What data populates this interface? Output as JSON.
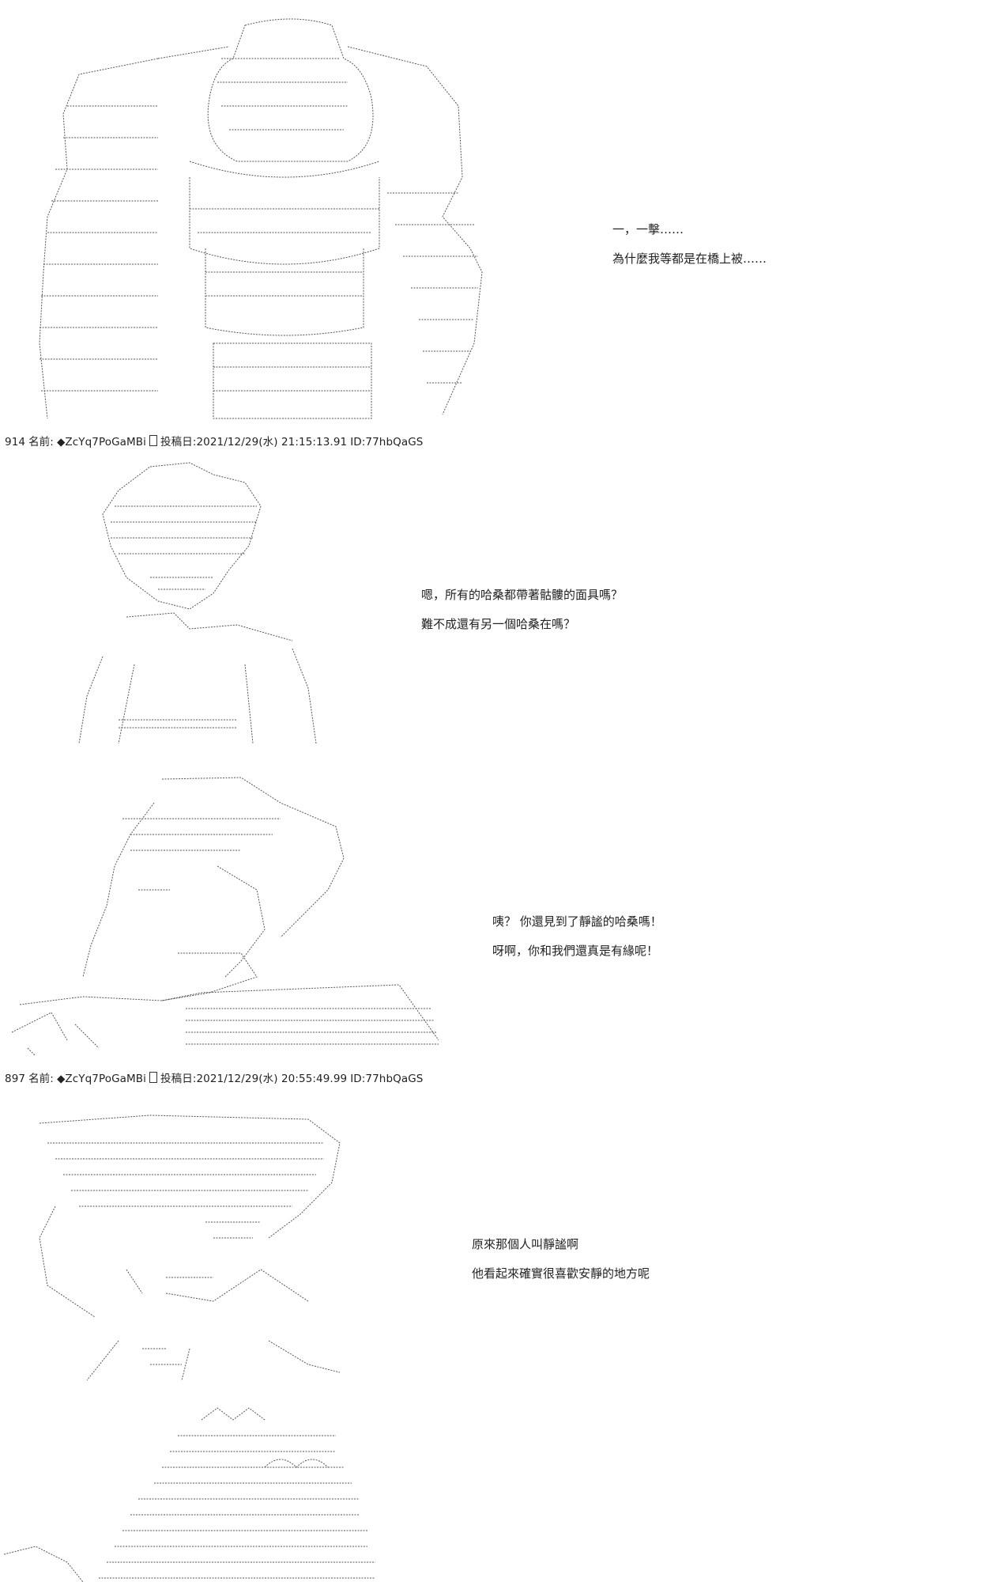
{
  "posts": [
    {
      "id": "panel-1",
      "lines": [
        "一，一擊……",
        "為什麼我等都是在橋上被……"
      ]
    },
    {
      "id": "header-914",
      "number": "914",
      "name_label": "名前:",
      "tripcode": "◆ZcYq7PoGaMBi",
      "date_label": "投稿日:2021/12/29(水) 21:15:13.91",
      "user_id": "ID:77hbQaGS"
    },
    {
      "id": "panel-2",
      "lines": [
        "嗯，所有的哈桑都帶著骷髏的面具嗎？",
        "難不成還有另一個哈桑在嗎？"
      ]
    },
    {
      "id": "panel-3",
      "lines": [
        "咦？ 你還見到了靜謐的哈桑嗎！",
        "呀啊，你和我們還真是有緣呢！"
      ]
    },
    {
      "id": "header-897",
      "number": "897",
      "name_label": "名前:",
      "tripcode": "◆ZcYq7PoGaMBi",
      "date_label": "投稿日:2021/12/29(水) 20:55:49.99",
      "user_id": "ID:77hbQaGS"
    },
    {
      "id": "panel-4",
      "lines": [
        "原來那個人叫靜謐啊",
        "他看起來確實很喜歡安靜的地方呢"
      ]
    }
  ],
  "colors": {
    "ink": "#222222",
    "background": "#ffffff",
    "art": "#555555"
  }
}
